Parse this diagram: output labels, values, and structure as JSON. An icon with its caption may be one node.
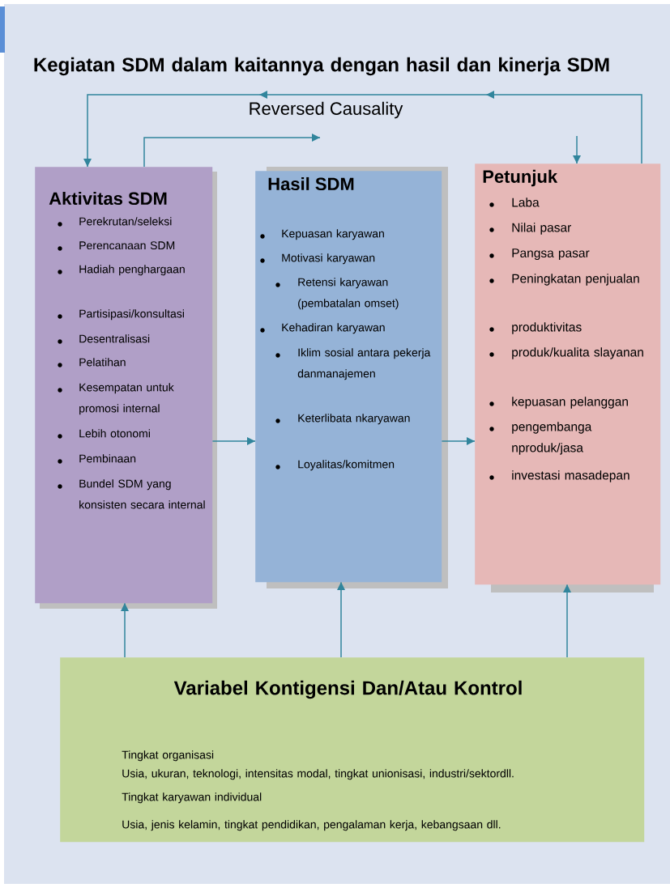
{
  "diagram": {
    "title": "Kegiatan SDM dalam kaitannya dengan hasil dan kinerja SDM",
    "nodes": [
      {
        "text": [
          "Aktivitas SDM",
          "Perekrutan/seleksi",
          "Perencanaan SDM",
          "Hadiah penghargaan",
          "Partisipasi/konsultasi",
          "Desentralisasi",
          "Pelatihan",
          "Kesempatan untuk promosi internal",
          "Lebih otonomi",
          "Pembinaan",
          "Bundel SDM yang konsisten secara internal"
        ]
      },
      {
        "text": [
          "Hasil SDM",
          "Kepuasan karyawan",
          "Motivasi karyawan",
          "Retensi karyawan (pembatalan omset)",
          "Kehadiran karyawan",
          "Iklim sosial antara pekerja danmanajemen",
          "Keterlibata nkaryawan",
          "Loyalitas/komitmen"
        ]
      },
      {
        "text": [
          "Petunjuk",
          "Laba",
          "Nilai pasar",
          "Pangsa pasar",
          "Peningkatan penjualan",
          "produktivitas",
          "produk/kualita slayanan",
          "kepuasan pelanggan",
          "pengembanga nproduk/jasa",
          "investasi masadepan"
        ]
      },
      {
        "text": [
          "Variabel Kontigensi Dan/Atau Kontrol",
          "Tingkat organisasi",
          "Usia, ukuran, teknologi, intensitas modal, tingkat unionisasi, industri/sektordll.",
          "Tingkat karyawan individual",
          "Usia, jenis kelamin, tingkat pendidikan, pengalaman kerja, kebangsaan dll."
        ]
      }
    ],
    "edges": [
      {
        "from": 0,
        "to": 1,
        "arrow": "to"
      },
      {
        "from": 1,
        "to": 2,
        "arrow": "to"
      },
      {
        "from": 3,
        "to": 0,
        "arrow": "to"
      },
      {
        "from": 3,
        "to": 1,
        "arrow": "to"
      },
      {
        "from": 3,
        "to": 2,
        "arrow": "to"
      },
      {
        "from": 2,
        "to": 0,
        "arrow": "to",
        "label": "Reversed Causality"
      },
      {
        "from": 0,
        "to": null,
        "arrow": "to"
      },
      {
        "from": null,
        "to": 2,
        "arrow": "to"
      }
    ]
  }
}
